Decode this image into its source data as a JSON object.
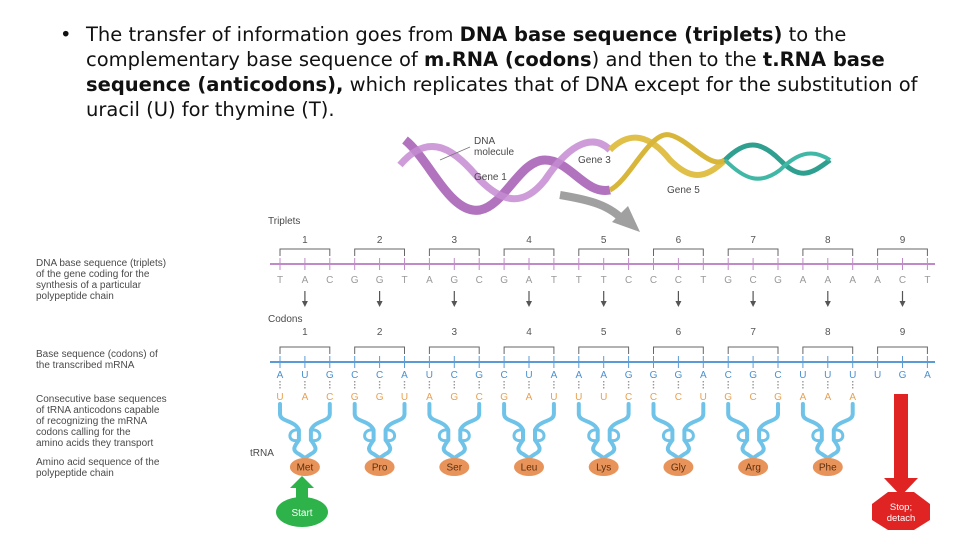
{
  "bullet": {
    "seg1": "The transfer of information goes from ",
    "seg2": "DNA base sequence (triplets)",
    "seg3": " to the complementary base sequence of ",
    "seg4": "m.RNA (codons",
    "seg5": ") and then to the ",
    "seg6": "t.RNA base sequence (anticodons),",
    "seg7": " which replicates that of DNA except for the substitution of uracil (U) for thymine (T)."
  },
  "diagram": {
    "dna_label_1": "DNA",
    "dna_label_2": "molecule",
    "gene1": "Gene 1",
    "gene3": "Gene 3",
    "gene5": "Gene 5",
    "triplets_label": "Triplets",
    "codons_label": "Codons",
    "dna_desc": [
      "DNA base sequence (triplets)",
      "of the gene coding for the",
      "synthesis of a particular",
      "polypeptide chain"
    ],
    "codon_desc": [
      "Base sequence (codons) of",
      "the transcribed mRNA"
    ],
    "trna_desc": [
      "Consecutive base sequences",
      "of tRNA anticodons capable",
      "of recognizing the mRNA",
      "codons calling for the",
      "amino acids they transport"
    ],
    "aa_desc": [
      "Amino acid sequence of the",
      "polypeptide chain"
    ],
    "trna_label": "tRNA",
    "numbers": [
      "1",
      "2",
      "3",
      "4",
      "5",
      "6",
      "7",
      "8",
      "9"
    ],
    "dna_bases": [
      "T",
      "A",
      "C",
      "G",
      "G",
      "T",
      "A",
      "G",
      "C",
      "G",
      "A",
      "T",
      "T",
      "T",
      "C",
      "C",
      "C",
      "T",
      "G",
      "C",
      "G",
      "A",
      "A",
      "A",
      "A",
      "C",
      "T"
    ],
    "mrna_bases": [
      "A",
      "U",
      "G",
      "C",
      "C",
      "A",
      "U",
      "C",
      "G",
      "C",
      "U",
      "A",
      "A",
      "A",
      "G",
      "G",
      "G",
      "A",
      "C",
      "G",
      "C",
      "U",
      "U",
      "U",
      "U",
      "G",
      "A"
    ],
    "anticodon_bases": [
      "U",
      "A",
      "C",
      "G",
      "G",
      "U",
      "A",
      "G",
      "C",
      "G",
      "A",
      "U",
      "U",
      "U",
      "C",
      "C",
      "C",
      "U",
      "G",
      "C",
      "G",
      "A",
      "A",
      "A"
    ],
    "amino_acids": [
      "Met",
      "Pro",
      "Ser",
      "Leu",
      "Lys",
      "Gly",
      "Arg",
      "Phe"
    ],
    "start_label": "Start",
    "stop_label_1": "Stop;",
    "stop_label_2": "detach",
    "colors": {
      "dna_line": "#c08ac8",
      "mrna_line": "#5b9bd5",
      "trna": "#6fc3e8",
      "amino": "#e8935a",
      "start": "#2db34a",
      "stop": "#e02424"
    }
  }
}
